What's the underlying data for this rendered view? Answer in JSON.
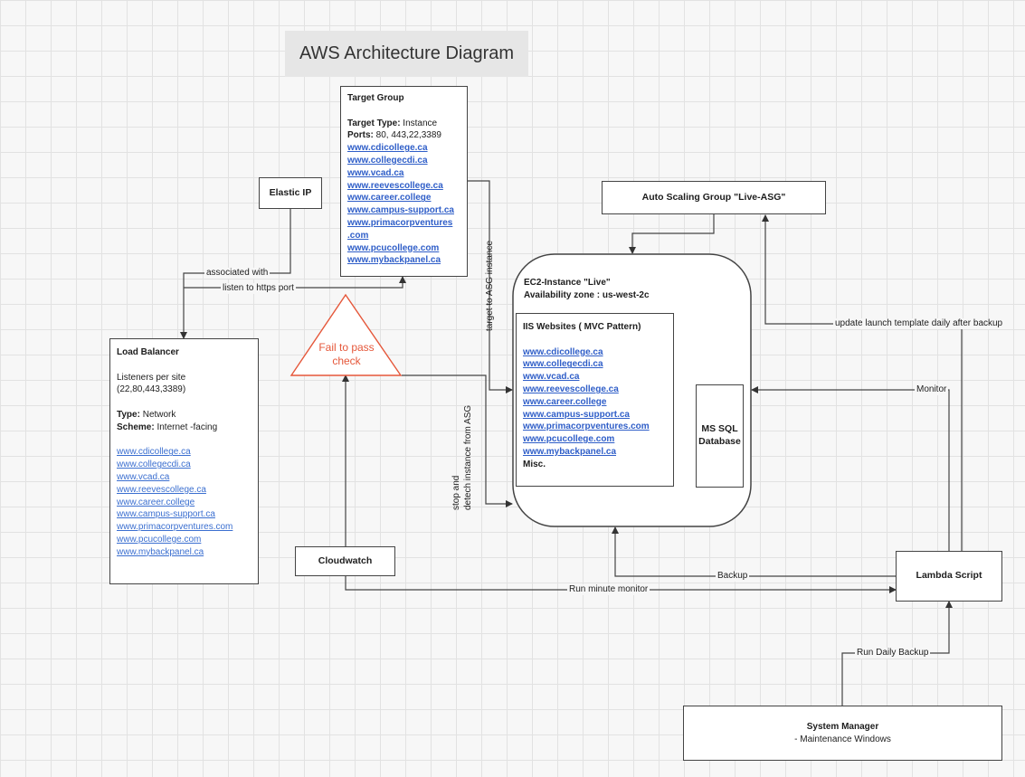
{
  "title": "AWS Architecture Diagram",
  "target_group": {
    "heading": "Target Group",
    "type_label": "Target Type:",
    "type_value": " Instance",
    "ports_label": "Ports:",
    "ports_value": " 80, 443,22,3389",
    "sites": [
      "www.cdicollege.ca",
      "www.collegecdi.ca",
      "www.vcad.ca",
      "www.reevescollege.ca",
      "www.career.college",
      "www.campus-support.ca",
      "www.primacorpventures",
      ".com",
      "www.pcucollege.com",
      "www.mybackpanel.ca"
    ]
  },
  "elastic_ip": {
    "label": "Elastic IP"
  },
  "autoscaling": {
    "label": "Auto Scaling Group \"Live-ASG\""
  },
  "ec2": {
    "name": "EC2-Instance \"Live\"",
    "az": "Availability zone  : us-west-2c",
    "iis_heading": "IIS Websites ( MVC Pattern)",
    "sites": [
      "www.cdicollege.ca",
      "www.collegecdi.ca",
      "www.vcad.ca",
      "www.reevescollege.ca",
      "www.career.college",
      "www.campus-support.ca",
      "www.primacorpventures.com",
      "www.pcucollege.com",
      "www.mybackpanel.ca"
    ],
    "misc": "Misc."
  },
  "db": {
    "label_line1": "MS SQL",
    "label_line2": "Database"
  },
  "load_balancer": {
    "heading": "Load Balancer",
    "listeners_line1": "Listeners per site",
    "listeners_line2": "(22,80,443,3389)",
    "type_label": "Type:",
    "type_value": " Network",
    "scheme_label": "Scheme:",
    "scheme_value": " Internet -facing",
    "sites": [
      "www.cdicollege.ca",
      "www.collegecdi.ca",
      "www.vcad.ca",
      "www.reevescollege.ca",
      "www.career.college",
      "www.campus-support.ca",
      "www.primacorpventures.com",
      "www.pcucollege.com",
      "www.mybackpanel.ca"
    ]
  },
  "alarm": {
    "line1": "Fail to pass",
    "line2": "check",
    "color": "#e5573a"
  },
  "cloudwatch": {
    "label": "Cloudwatch"
  },
  "lambda": {
    "label": "Lambda Script"
  },
  "system_manager": {
    "heading": "System Manager",
    "sub": "- Maintenance Windows"
  },
  "edges": {
    "associated": "associated with",
    "listen": "listen to https port",
    "target_asg": "target to ASG instance",
    "stop_line1": "stop and",
    "stop_line2": "detech instance from ASG",
    "update": "update launch template daily after backup",
    "monitor": "Monitor",
    "backup": "Backup",
    "run_monitor": "Run minute monitor",
    "run_backup": "Run Daily Backup"
  }
}
